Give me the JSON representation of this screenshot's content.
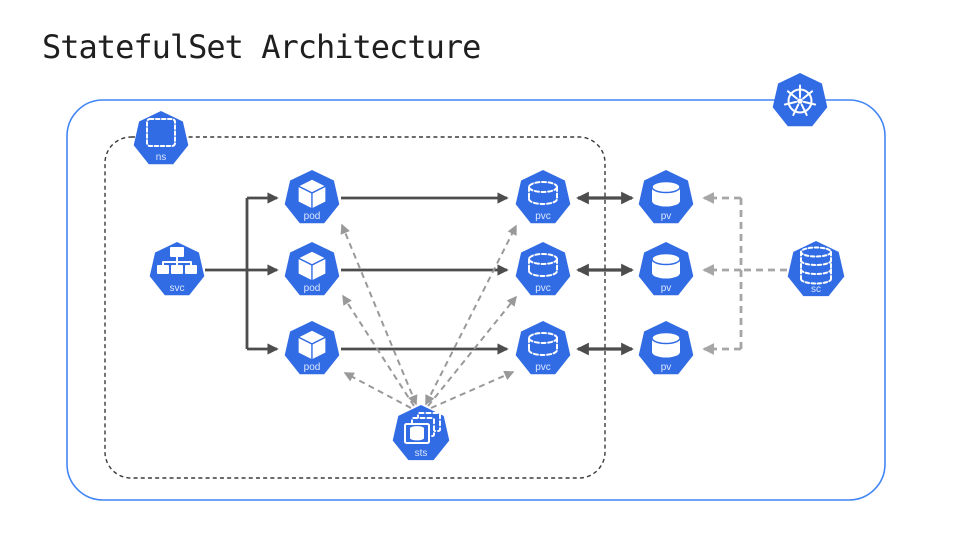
{
  "title": "StatefulSet Architecture",
  "colors": {
    "background": "#ffffff",
    "title_color": "#1f1f1f",
    "icon_blue": "#326CE5",
    "cluster_border": "#4285F4",
    "namespace_border": "#3a3a3a",
    "solid_arrow": "#4d4d4d",
    "dashed_branch": "#a6a6a6",
    "fan_dashed": "#999999",
    "icon_label": "#ffffff"
  },
  "cluster": {
    "icon": "kubernetes-helm-wheel"
  },
  "nodes": {
    "ns": {
      "label": "ns",
      "type": "namespace"
    },
    "svc": {
      "label": "svc",
      "type": "service"
    },
    "pod": {
      "label": "pod",
      "type": "pod",
      "count": 3
    },
    "pvc": {
      "label": "pvc",
      "type": "persistent-volume-claim",
      "count": 3
    },
    "pv": {
      "label": "pv",
      "type": "persistent-volume",
      "count": 3
    },
    "sts": {
      "label": "sts",
      "type": "statefulset"
    },
    "sc": {
      "label": "sc",
      "type": "storage-class"
    }
  },
  "edges": [
    {
      "from": "svc",
      "to": "pod-1",
      "style": "solid"
    },
    {
      "from": "svc",
      "to": "pod-2",
      "style": "solid"
    },
    {
      "from": "svc",
      "to": "pod-3",
      "style": "solid"
    },
    {
      "from": "pod-1",
      "to": "pvc-1",
      "style": "solid"
    },
    {
      "from": "pod-2",
      "to": "pvc-2",
      "style": "solid"
    },
    {
      "from": "pod-3",
      "to": "pvc-3",
      "style": "solid"
    },
    {
      "from": "pvc-1",
      "to": "pv-1",
      "style": "solid-bidirectional"
    },
    {
      "from": "pvc-2",
      "to": "pv-2",
      "style": "solid-bidirectional"
    },
    {
      "from": "pvc-3",
      "to": "pv-3",
      "style": "solid-bidirectional"
    },
    {
      "from": "sc",
      "to": "pv-1",
      "style": "dashed"
    },
    {
      "from": "sc",
      "to": "pv-2",
      "style": "dashed"
    },
    {
      "from": "sc",
      "to": "pv-3",
      "style": "dashed"
    },
    {
      "from": "sts",
      "to": "pod-1",
      "style": "dashed"
    },
    {
      "from": "sts",
      "to": "pod-2",
      "style": "dashed"
    },
    {
      "from": "sts",
      "to": "pod-3",
      "style": "dashed"
    },
    {
      "from": "sts",
      "to": "pvc-1",
      "style": "dashed"
    },
    {
      "from": "sts",
      "to": "pvc-2",
      "style": "dashed"
    },
    {
      "from": "sts",
      "to": "pvc-3",
      "style": "dashed"
    }
  ]
}
